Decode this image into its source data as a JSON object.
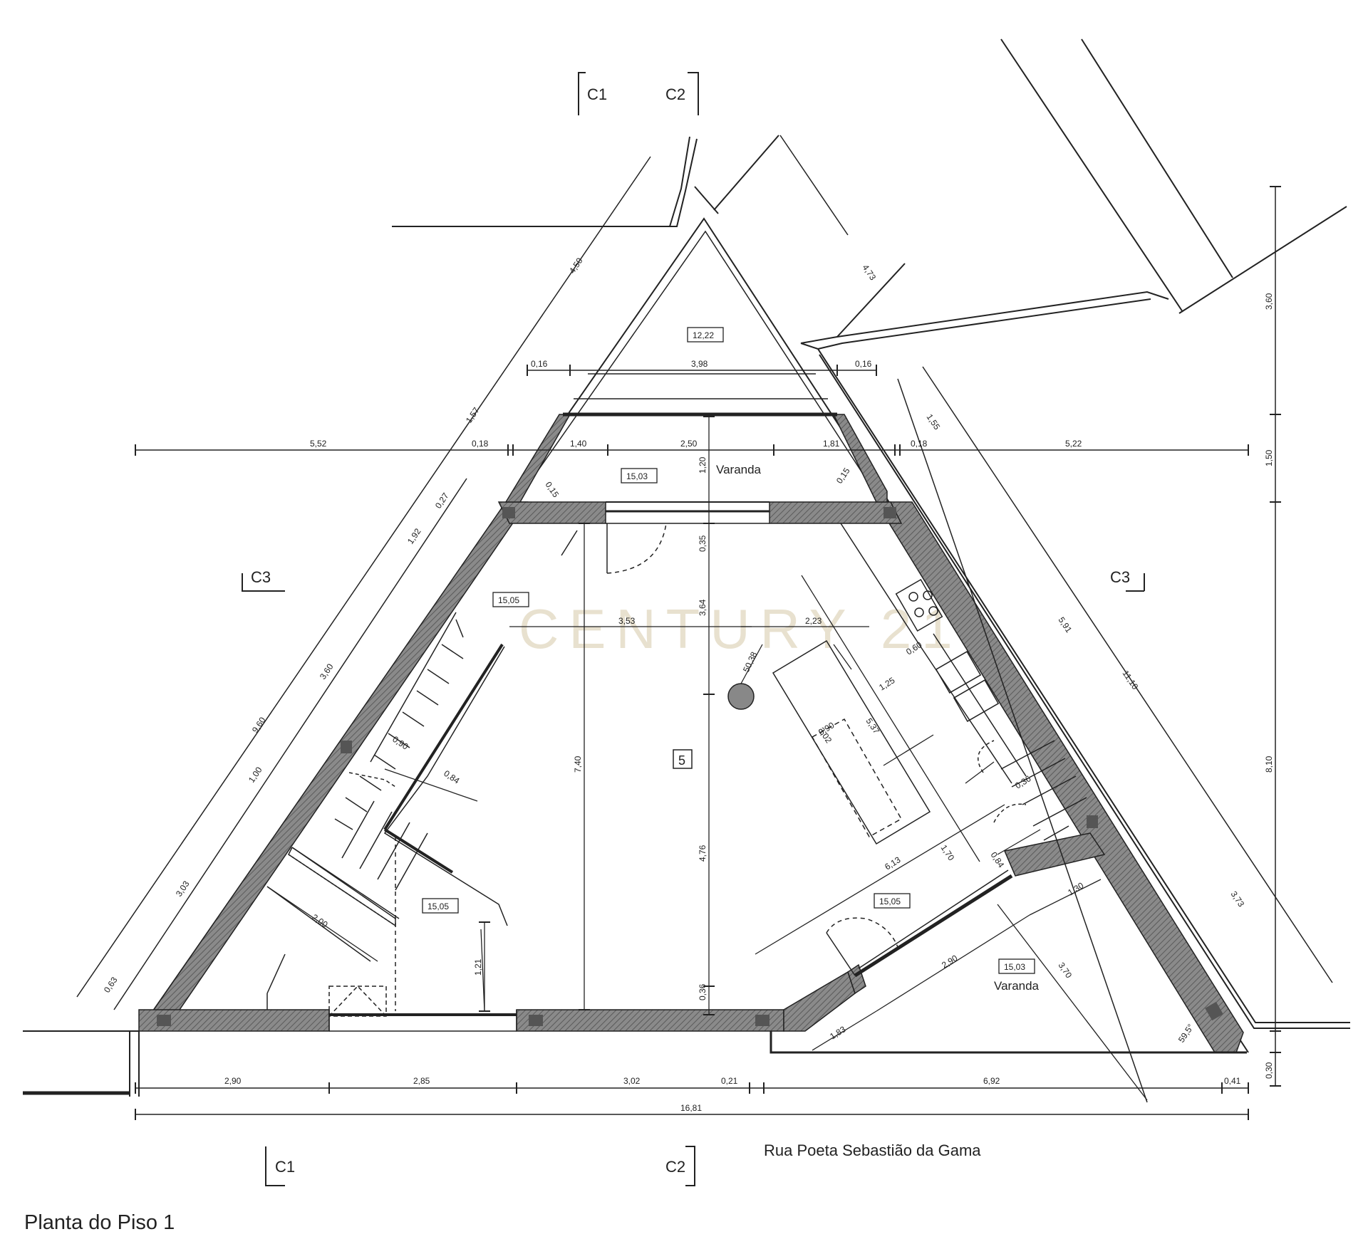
{
  "watermark": "CENTURY 21",
  "section_marks": {
    "c1": "C1",
    "c2": "C2",
    "c3": "C3"
  },
  "rooms": {
    "varanda_top": "Varanda",
    "varanda_bottom": "Varanda",
    "room_number": "5"
  },
  "tags": {
    "t1": "12,22",
    "t2": "15,03",
    "t3": "15,05",
    "t4": "15,05",
    "t5": "15,05",
    "t6": "15,03"
  },
  "street": "Rua Poeta Sebastião da Gama",
  "title": "Planta do Piso 1",
  "dimensions": {
    "d_5_52": "5,52",
    "d_0_18a": "0,18",
    "d_1_40": "1,40",
    "d_2_50": "2,50",
    "d_1_81": "1,81",
    "d_0_18b": "0,18",
    "d_5_22": "5,22",
    "d_0_16a": "0,16",
    "d_3_98": "3,98",
    "d_0_16b": "0,16",
    "d_2_90": "2,90",
    "d_2_85": "2,85",
    "d_3_02": "3,02",
    "d_0_21": "0,21",
    "d_6_92": "6,92",
    "d_0_41": "0,41",
    "d_16_81": "16,81",
    "d_3_60": "3,60",
    "d_1_50": "1,50",
    "d_8_10": "8,10",
    "d_0_30": "0,30",
    "d_4_50": "4,50",
    "d_1_57": "1,57",
    "d_0_27": "0,27",
    "d_1_92": "1,92",
    "d_3_60b": "3,60",
    "d_9_60": "9,60",
    "d_1_00": "1,00",
    "d_3_03": "3,03",
    "d_0_63": "0,63",
    "d_4_73": "4,73",
    "d_1_55": "1,55",
    "d_5_91": "5,91",
    "d_11_10": "11,10",
    "d_3_73": "3,73",
    "d_1_20": "1,20",
    "d_0_35": "0,35",
    "d_3_64": "3,64",
    "d_7_40": "7,40",
    "d_4_76": "4,76",
    "d_0_36": "0,36",
    "d_3_53": "3,53",
    "d_2_23": "2,23",
    "d_0_15a": "0,15",
    "d_0_15b": "0,15",
    "d_0_60": "0,60",
    "d_1_25": "1,25",
    "d_0_90": "0,90",
    "d_3_02b": "3,02",
    "d_5_37": "5,37",
    "d_0_36b": "0,36",
    "d_6_13": "6,13",
    "d_1_70": "1,70",
    "d_0_84": "0,84",
    "d_1_30": "1,30",
    "d_2_90b": "2,90",
    "d_3_70": "3,70",
    "d_1_83": "1,83",
    "d_2_00": "2,00",
    "d_0_84b": "0,84",
    "d_0_90b": "0,90",
    "d_1_21": "1,21",
    "d_59_5": "59,5°",
    "d_50_38": "50,38"
  }
}
